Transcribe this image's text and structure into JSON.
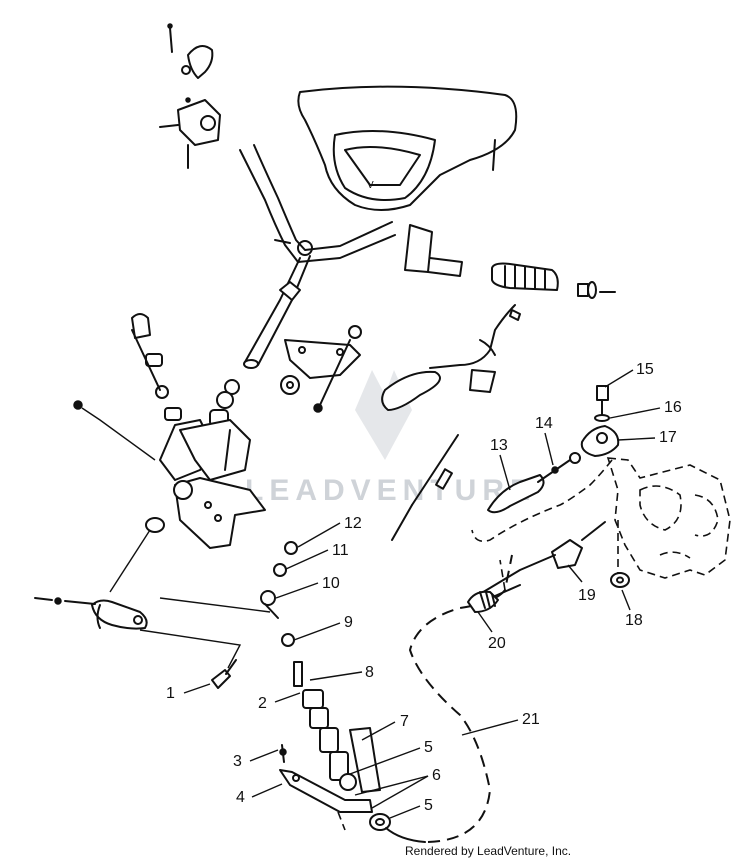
{
  "diagram": {
    "callouts": [
      "1",
      "2",
      "3",
      "4",
      "5",
      "5",
      "6",
      "7",
      "8",
      "9",
      "10",
      "11",
      "12",
      "13",
      "14",
      "15",
      "16",
      "17",
      "18",
      "19",
      "20",
      "21"
    ],
    "watermark": "LEADVENTURE",
    "footer": "Rendered by LeadVenture, Inc."
  },
  "colors": {
    "ink": "#111111",
    "watermark": "#cfd3d8",
    "background": "#ffffff"
  }
}
